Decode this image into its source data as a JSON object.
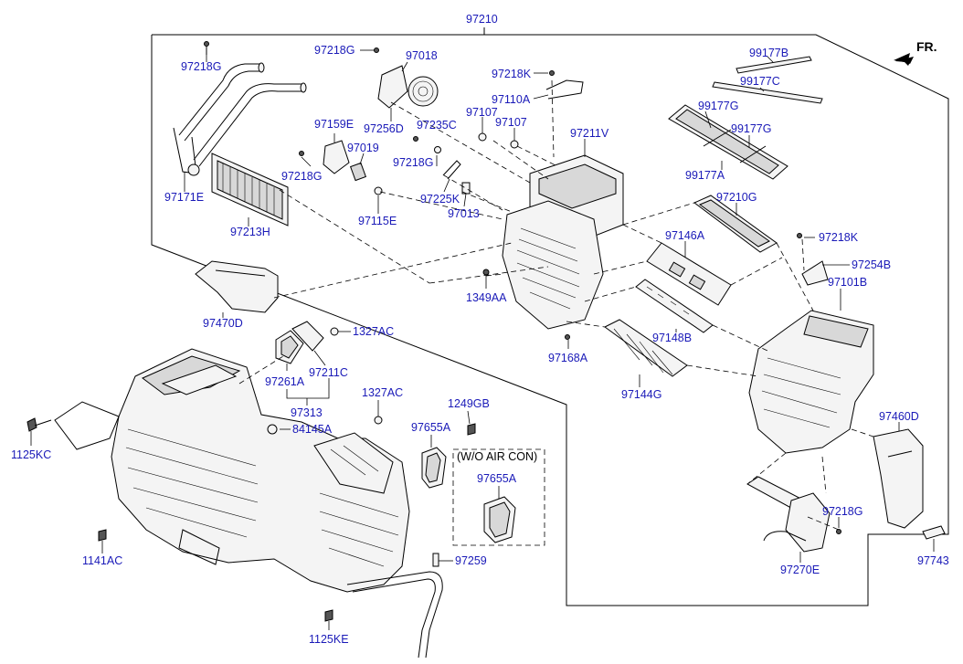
{
  "labels": {
    "l97210": "97210",
    "l97218G_a": "97218G",
    "l97218G_b": "97218G",
    "l97018": "97018",
    "l97218K_a": "97218K",
    "l97110A": "97110A",
    "l99177B": "99177B",
    "l99177C": "99177C",
    "l97107_a": "97107",
    "l97235C": "97235C",
    "l97107_b": "97107",
    "l97256D": "97256D",
    "l97159E": "97159E",
    "l97019": "97019",
    "l97218G_c": "97218G",
    "l97218G_d": "97218G",
    "l97211V": "97211V",
    "l99177G_a": "99177G",
    "l99177G_b": "99177G",
    "l97171E": "97171E",
    "l97225K": "97225K",
    "l97013": "97013",
    "l97115E": "97115E",
    "l99177A": "99177A",
    "l97213H": "97213H",
    "l97210G": "97210G",
    "l97146A": "97146A",
    "l97218K_b": "97218K",
    "l97254B": "97254B",
    "l97101B": "97101B",
    "l1349AA": "1349AA",
    "l97470D": "97470D",
    "l1327AC_a": "1327AC",
    "l97148B": "97148B",
    "l97168A": "97168A",
    "l97211C": "97211C",
    "l97261A": "97261A",
    "l97144G": "97144G",
    "l97313": "97313",
    "l1327AC_b": "1327AC",
    "l1249GB": "1249GB",
    "l97460D": "97460D",
    "l84145A": "84145A",
    "l97655A_a": "97655A",
    "l1125KC": "1125KC",
    "l97655A_b": "97655A",
    "l97218G_e": "97218G",
    "l1141AC": "1141AC",
    "l97259": "97259",
    "l97270E": "97270E",
    "l97743": "97743",
    "l1125KE": "1125KE"
  },
  "wo_air_con": "(W/O AIR CON)",
  "front": "FR."
}
